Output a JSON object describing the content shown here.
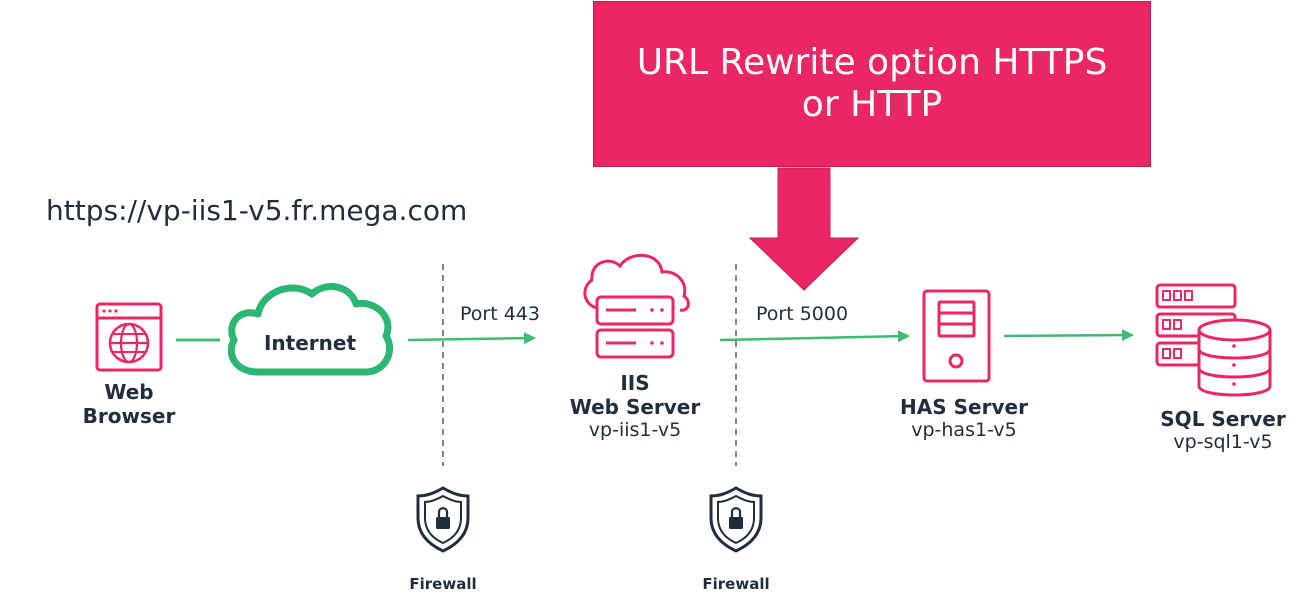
{
  "callout": {
    "text": "URL Rewrite option HTTPS or HTTP"
  },
  "url": "https://vp-iis1-v5.fr.mega.com",
  "nodes": {
    "browser": {
      "line1": "Web",
      "line2": "Browser"
    },
    "internet": {
      "label": "Internet"
    },
    "iis": {
      "line1": "IIS",
      "line2": "Web Server",
      "host": "vp-iis1-v5"
    },
    "has": {
      "name": "HAS Server",
      "host": "vp-has1-v5"
    },
    "sql": {
      "name": "SQL Server",
      "host": "vp-sql1-v5"
    }
  },
  "ports": {
    "p1": "Port 443",
    "p2": "Port 5000"
  },
  "firewalls": {
    "f1": "Firewall",
    "f2": "Firewall"
  },
  "colors": {
    "accent": "#ea2762",
    "internet": "#2bb673",
    "arrow": "#3dbb72",
    "text": "#1f2d3d"
  }
}
